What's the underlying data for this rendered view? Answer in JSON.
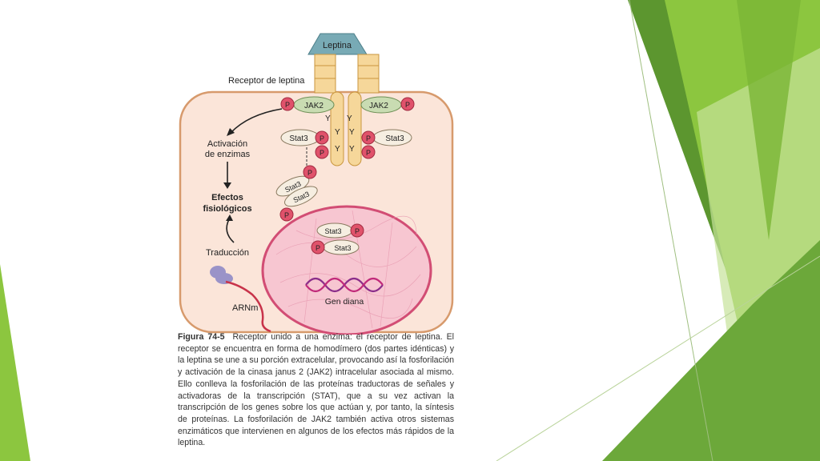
{
  "slide": {
    "decoration_colors": {
      "dark_green": "#4e8a2a",
      "mid_green": "#6ca83a",
      "light_green": "#8cc63f",
      "pale_green": "#c6e29a"
    }
  },
  "figure": {
    "labels": {
      "ligand": "Leptina",
      "receptor": "Receptor de leptina",
      "jak2_left": "JAK2",
      "jak2_right": "JAK2",
      "phospho": "P",
      "tyr": "Y",
      "stat3": "Stat3",
      "enzyme_activation": [
        "Activación",
        "de enzimas"
      ],
      "effects": [
        "Efectos",
        "fisiológicos"
      ],
      "translation": "Traducción",
      "mrna": "ARNm",
      "target_gene": "Gen diana"
    },
    "colors": {
      "cell_fill": "#fbe5d9",
      "cell_stroke": "#d79a6c",
      "nucleus_fill": "#f7c6d1",
      "nucleus_stroke": "#d24d74",
      "receptor_fill": "#f6d79a",
      "receptor_stroke": "#c9963e",
      "leptin_fill": "#78aab5",
      "jak_fill": "#c9dcb2",
      "stat_fill": "#f6eee1",
      "phospho_fill": "#e0526b",
      "dna_1": "#8a2d8a",
      "dna_2": "#c12a7a",
      "mrna": "#c8334a",
      "ribosome": "#9a93c8"
    }
  },
  "caption": {
    "fig_num": "Figura 74-5",
    "text": "Receptor unido a una enzima: el receptor de leptina. El receptor se encuentra en forma de homodímero (dos partes idénticas) y la leptina se une a su porción extracelular, provocando así la fosforilación y activación de la cinasa janus 2 (JAK2) intracelular asociada al mismo. Ello conlleva la fosforilación de las proteínas traductoras de señales y activadoras de la transcripción (STAT), que a su vez activan la transcripción de los genes sobre los que actúan y, por tanto, la síntesis de proteínas. La fosforilación de JAK2 también activa otros sistemas enzimáticos que intervienen en algunos de los efectos más rápidos de la leptina."
  }
}
